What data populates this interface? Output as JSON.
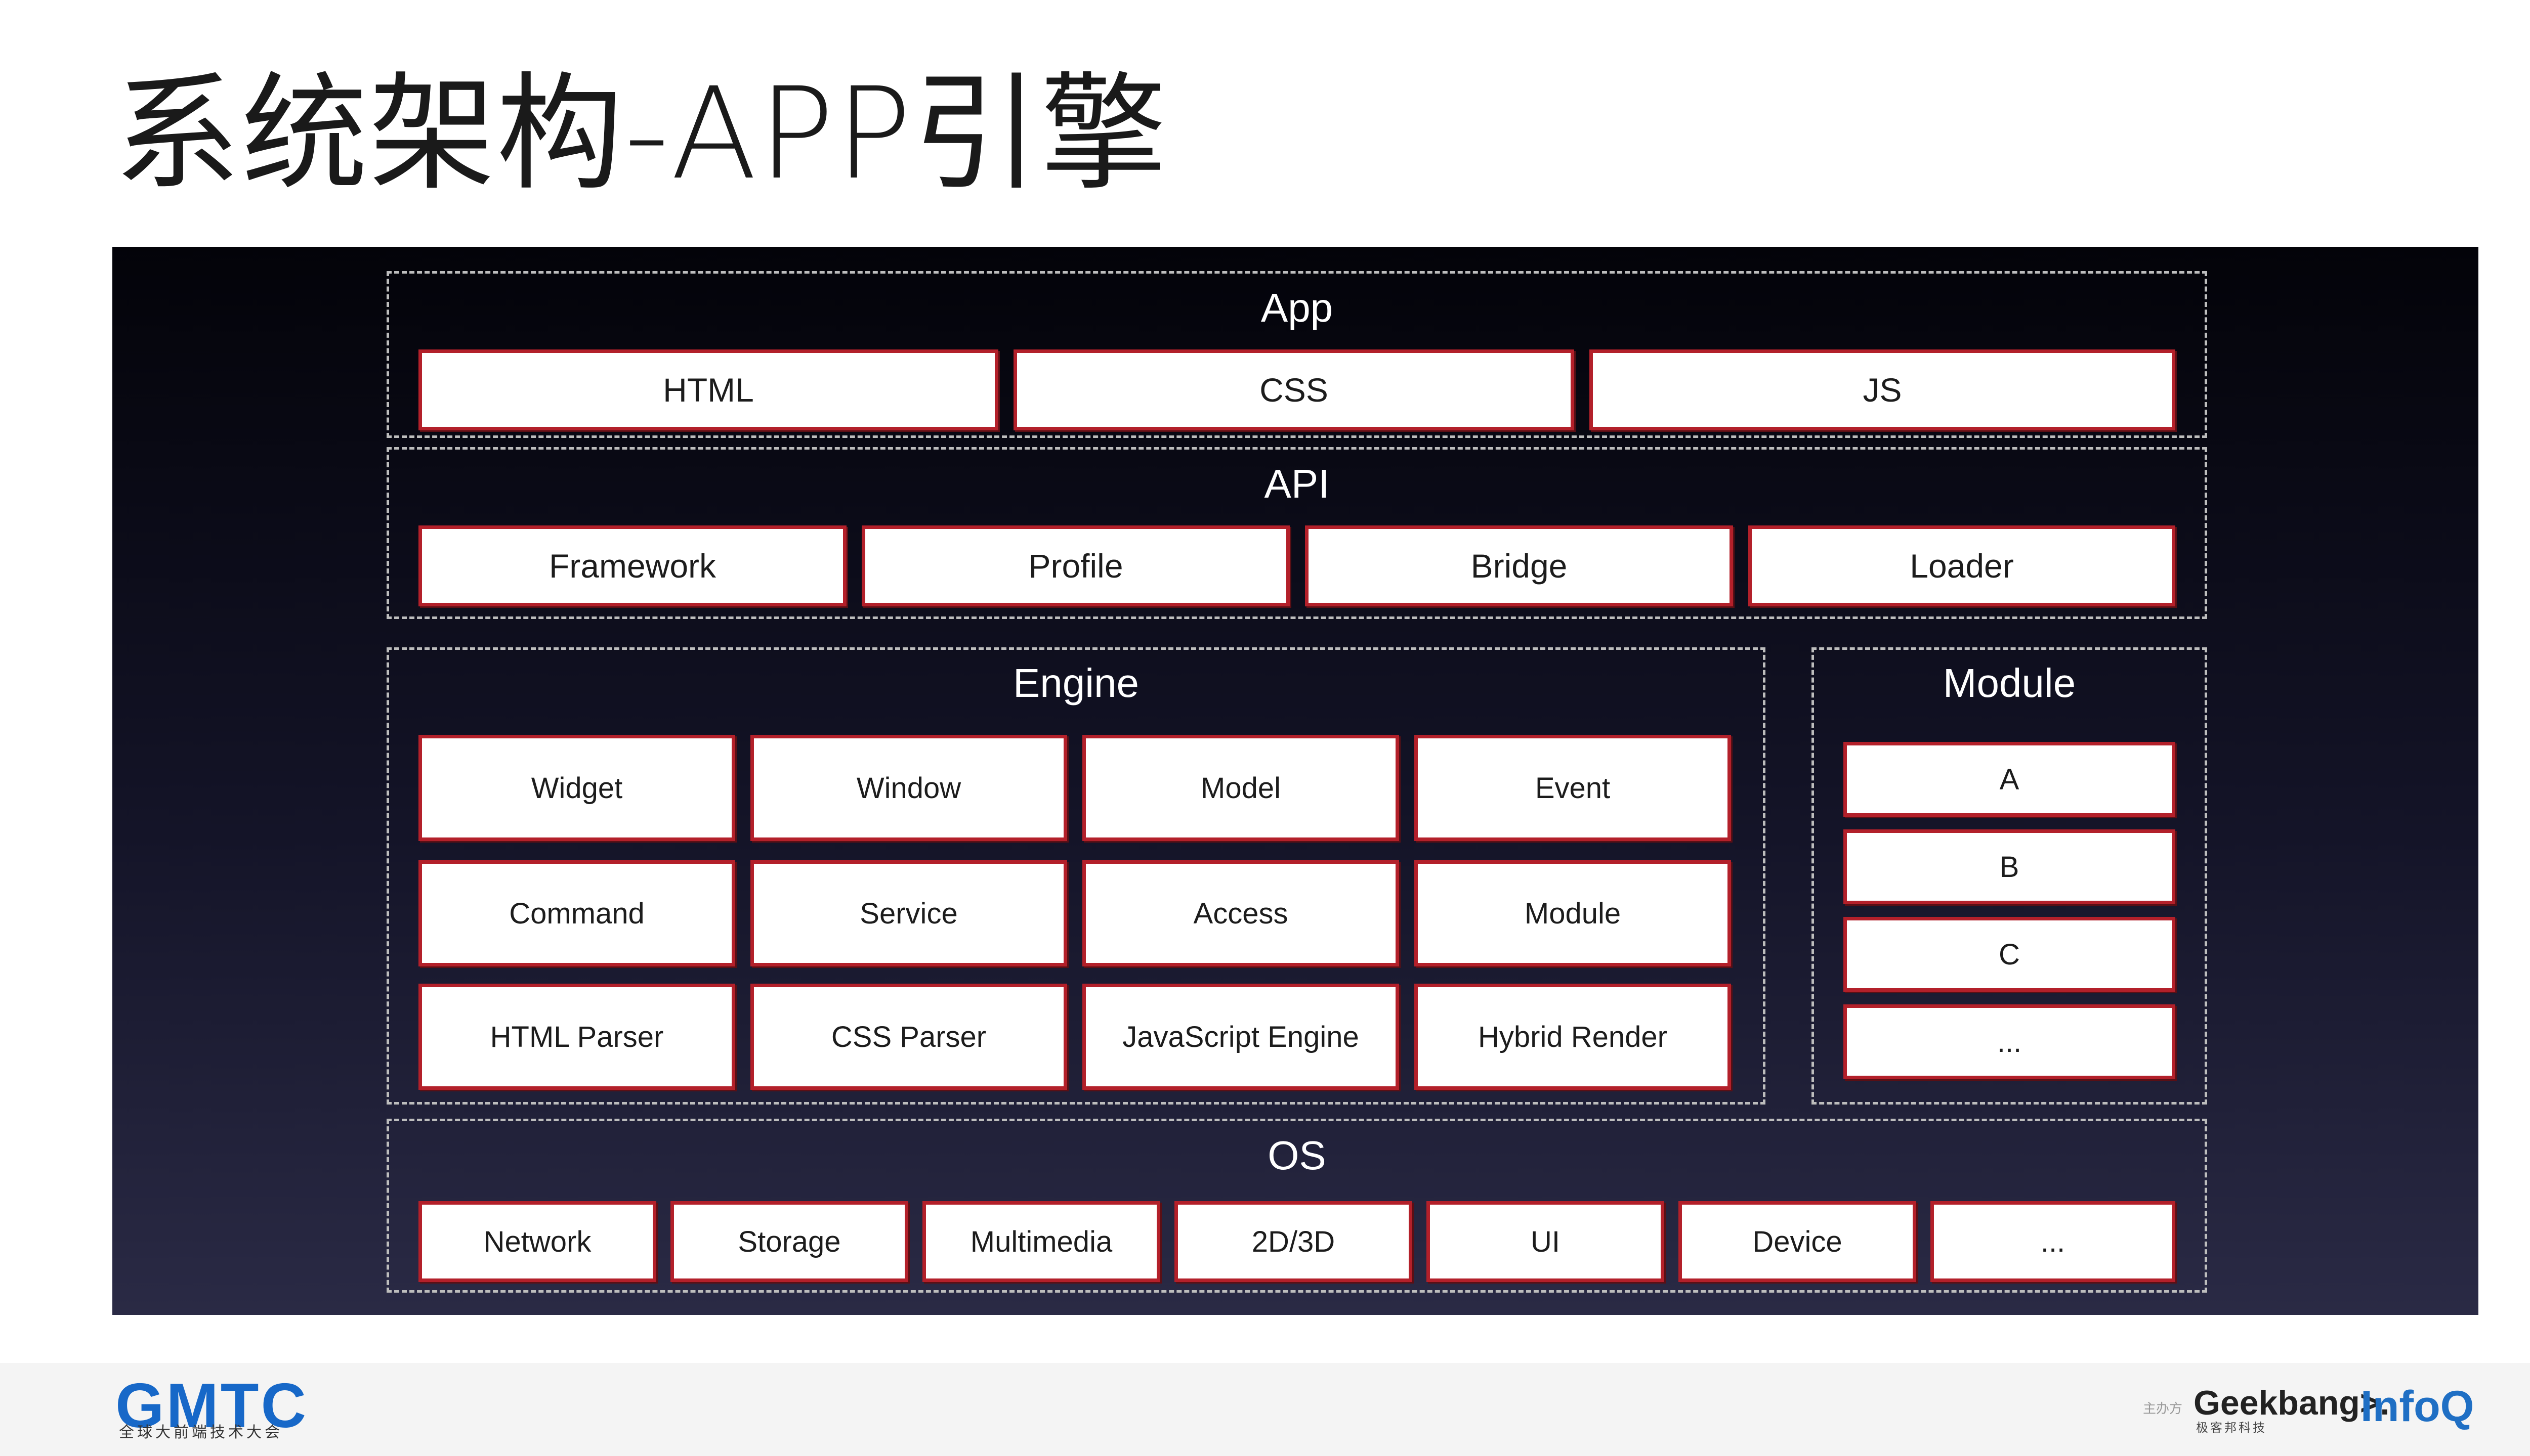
{
  "title": "系统架构-APP引擎",
  "app": {
    "title": "App",
    "items": [
      "HTML",
      "CSS",
      "JS"
    ]
  },
  "api": {
    "title": "API",
    "items": [
      "Framework",
      "Profile",
      "Bridge",
      "Loader"
    ]
  },
  "engine": {
    "title": "Engine",
    "rows": [
      [
        "Widget",
        "Window",
        "Model",
        "Event"
      ],
      [
        "Command",
        "Service",
        "Access",
        "Module"
      ],
      [
        "HTML Parser",
        "CSS Parser",
        "JavaScript Engine",
        "Hybrid Render"
      ]
    ]
  },
  "module": {
    "title": "Module",
    "items": [
      "A",
      "B",
      "C",
      "..."
    ]
  },
  "os": {
    "title": "OS",
    "items": [
      "Network",
      "Storage",
      "Multimedia",
      "2D/3D",
      "UI",
      "Device",
      "..."
    ]
  },
  "footer": {
    "gmtc_logo": "GMTC",
    "gmtc_sub": "全球大前端技术大会",
    "host_label": "主办方",
    "geek_logo": "Geekbang>.",
    "geek_sub": "极客邦科技",
    "infoq_logo": "InfoQ"
  },
  "colors": {
    "box_border": "#b3202a",
    "background": "#0a0a18",
    "dash": "#bdbdbd"
  }
}
